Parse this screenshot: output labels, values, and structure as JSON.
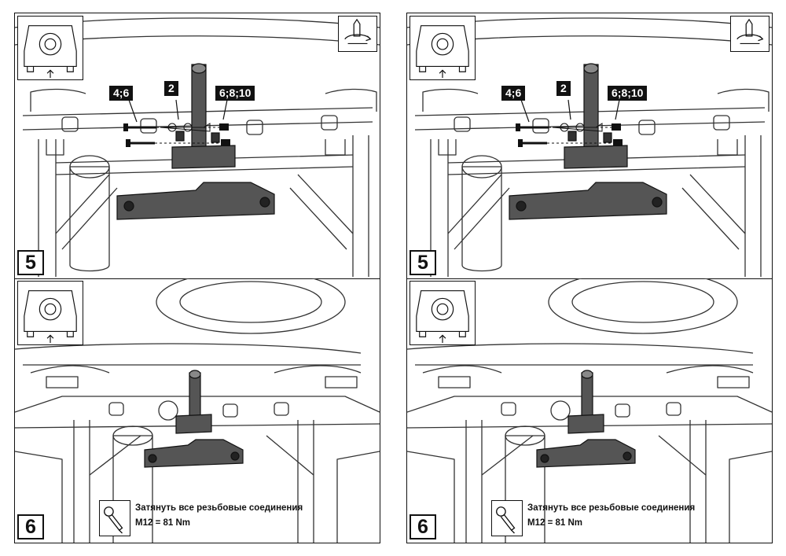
{
  "sheets": [
    {
      "steps": [
        {
          "number": "5",
          "labels": {
            "bolts": "4;6",
            "part": "2",
            "nuts": "6;8;10"
          },
          "icons": {
            "thumbnail": "car-rear-view-icon",
            "instruction": "hand-tighten-icon"
          }
        },
        {
          "number": "6",
          "note": {
            "line1": "Затянуть все резьбовые соединения",
            "line2": "M12 = 81 Nm"
          },
          "icons": {
            "thumbnail": "car-rear-view-icon",
            "tool": "torque-wrench-icon"
          }
        }
      ]
    },
    {
      "steps": [
        {
          "number": "5",
          "labels": {
            "bolts": "4;6",
            "part": "2",
            "nuts": "6;8;10"
          },
          "icons": {
            "thumbnail": "car-rear-view-icon",
            "instruction": "hand-tighten-icon"
          }
        },
        {
          "number": "6",
          "note": {
            "line1": "Затянуть все резьбовые соединения",
            "line2": "M12 = 81 Nm"
          },
          "icons": {
            "thumbnail": "car-rear-view-icon",
            "tool": "torque-wrench-icon"
          }
        }
      ]
    }
  ],
  "colors": {
    "line": "#111111",
    "part_fill": "#555555",
    "drawing": "#333333"
  }
}
